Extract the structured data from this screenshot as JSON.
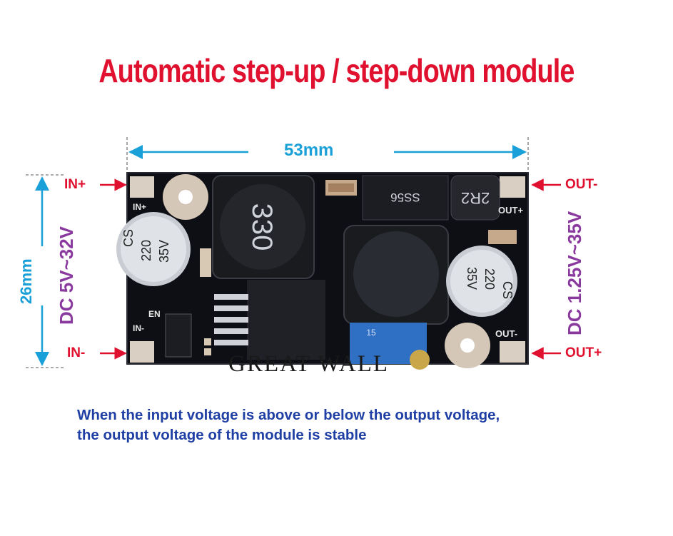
{
  "title": "Automatic step-up / step-down module",
  "dimension_width": "53mm",
  "dimension_height": "26mm",
  "terminals": {
    "in_plus": "IN+",
    "in_minus": "IN-",
    "out_minus": "OUT-",
    "out_plus": "OUT+"
  },
  "input_range": "DC 5V~32V",
  "output_range": "DC 1.25V~35V",
  "caption_line1": "When the input voltage is above or below the output voltage,",
  "caption_line2": "the output voltage of the module is stable",
  "watermark": "GREAT WALL",
  "board_silkscreen": {
    "in_plus": "IN+",
    "in_minus": "IN-",
    "en": "EN",
    "out_plus": "OUT+",
    "out_minus": "OUT-"
  },
  "component_markings": {
    "inductor_left": "330",
    "inductor_small": "2R2",
    "diode": "SS56",
    "cap_left": [
      "CS",
      "220",
      "35V"
    ],
    "cap_right": [
      "CS",
      "220",
      "35V"
    ],
    "pot": "15"
  },
  "colors": {
    "title": "#e0102f",
    "dimension": "#1aa0d8",
    "terminal_label": "#e0102f",
    "voltage_label": "#8a3a9e",
    "caption": "#1f3fa5",
    "board": "#0d0f14"
  }
}
